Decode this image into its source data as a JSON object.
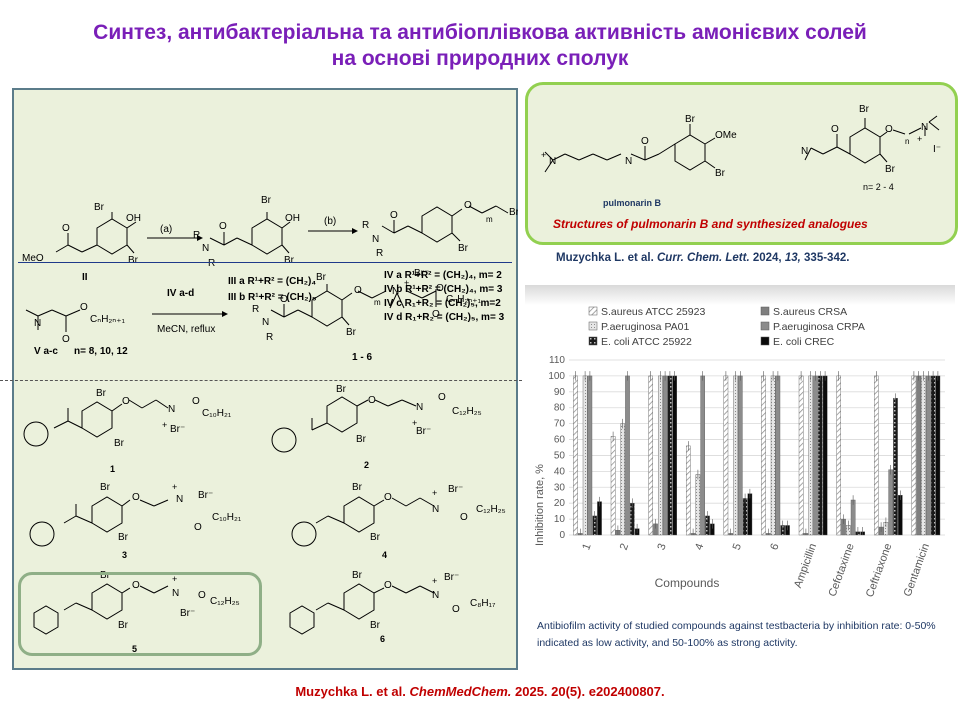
{
  "title": {
    "line1": "Синтез, антибактеріальна та антибіоплівкова активність амонієвих солей",
    "line2": "на основі природних сполук"
  },
  "scheme": {
    "compound_II": "II",
    "step_a": "(a)",
    "step_b": "(b)",
    "label_MeO": "MeO",
    "label_OH": "OH",
    "label_Br": "Br",
    "label_O": "O",
    "label_N": "N",
    "label_R1": "R",
    "label_R2": "R",
    "label_m": "m",
    "III_a": "III a R¹+R² = (CH₂)₄",
    "III_b": "III b R¹+R² = (CH₂)₅",
    "IV_a": "IV a R¹+R² = (CH₂)₄, m= 2",
    "IV_b": "IV b R¹+R² = (CH₂)₄, m= 3",
    "IV_c": "IV c  R₁+R₂ = (CH₂)₅, m=2",
    "IV_d": "IV d  R₁+R₂ = (CH₂)₅, m= 3",
    "reagent": "IV a-d",
    "conditions": "MeCN, reflux",
    "V_label": "V a-c",
    "V_n": "n= 8, 10, 12",
    "ester": "CₙH₂ₙ₊₁",
    "products": "1 - 6",
    "Br_minus": "Br⁻",
    "plus": "+",
    "c10": "C₁₀H₂₁",
    "c12": "C₁₂H₂₅",
    "c8": "C₈H₁₇",
    "cmpd1": "1",
    "cmpd2": "2",
    "cmpd3": "3",
    "cmpd4": "4",
    "cmpd5": "5",
    "cmpd6": "6"
  },
  "structures": {
    "OMe": "OMe",
    "pulmonarin": "pulmonarin B",
    "n_range": "n= 2 - 4",
    "iodide": "I⁻",
    "n": "n",
    "caption": "Structures of pulmonarin B and synthesized analogues"
  },
  "ref_top": {
    "authors": "Muzychka L. et al.",
    "journal": "Curr. Chem. Lett.",
    "year": "2024,",
    "volume": "13,",
    "pages": "335-342."
  },
  "chart_data": {
    "type": "bar",
    "ylabel": "Inhibition rate, %",
    "xlabel": "Compounds",
    "ylim": [
      0,
      110
    ],
    "yticks": [
      0,
      10,
      20,
      30,
      40,
      50,
      60,
      70,
      80,
      90,
      100,
      110
    ],
    "grid": true,
    "legend_position": "top",
    "categories": [
      "1",
      "2",
      "3",
      "4",
      "5",
      "6",
      "Ampicillin",
      "Cefotaxime",
      "Ceftriaxone",
      "Gentamicin"
    ],
    "series": [
      {
        "name": "S.aureus ATCC 25923",
        "values": [
          100,
          62,
          100,
          56,
          100,
          100,
          100,
          100,
          100,
          100
        ]
      },
      {
        "name": "S.aureus CRSA",
        "values": [
          1,
          3,
          7,
          1,
          1,
          1,
          1,
          10,
          5,
          100
        ]
      },
      {
        "name": "P.aeruginosa PA01",
        "values": [
          100,
          70,
          100,
          38,
          100,
          100,
          100,
          6,
          8,
          100
        ]
      },
      {
        "name": "P.aeruginosa CRPA",
        "values": [
          100,
          100,
          100,
          100,
          100,
          100,
          100,
          22,
          41,
          100
        ]
      },
      {
        "name": "E. coli ATCC 25922",
        "values": [
          12,
          20,
          100,
          12,
          23,
          6,
          100,
          2,
          86,
          100
        ]
      },
      {
        "name": "E. coli CREC",
        "values": [
          21,
          4,
          100,
          7,
          26,
          6,
          100,
          2,
          25,
          100
        ]
      }
    ],
    "colors": [
      "#ffffff",
      "#7f7f7f",
      "#f2f2f2",
      "#8c8c8c",
      "#404040",
      "#0a0a0a"
    ]
  },
  "caption": "Antibiofilm activity  of studied compounds against testbacteria by inhibition rate: 0-50% indicated as low activity,  and 50-100% as strong activity.",
  "bottom_ref": {
    "authors": "Muzychka L. et al.",
    "journal": "ChemMedChem.",
    "details": "2025. 20(5). e202400807."
  }
}
